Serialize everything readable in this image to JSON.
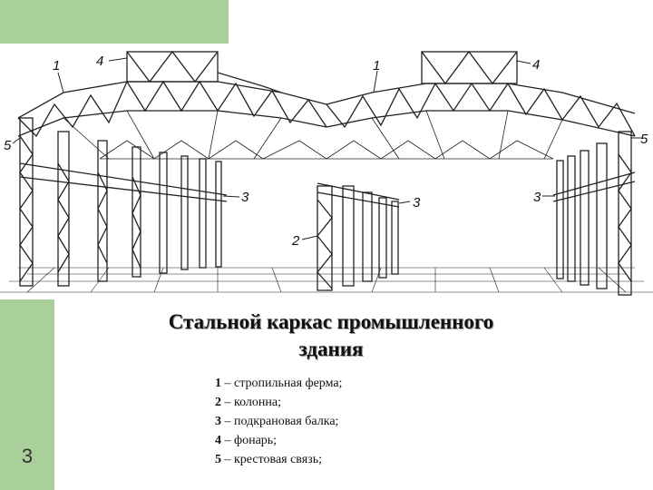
{
  "slide": {
    "number": "3",
    "title_line1": "Стальной каркас промышленного",
    "title_line2": "здания"
  },
  "drawing": {
    "labels": [
      "1",
      "4",
      "5",
      "3",
      "2",
      "3",
      "1",
      "4",
      "3",
      "5"
    ]
  },
  "legend": [
    {
      "num": "1",
      "text": " – стропильная ферма;"
    },
    {
      "num": "2",
      "text": " – колонна;"
    },
    {
      "num": "3",
      "text": " – подкрановая балка;"
    },
    {
      "num": "4",
      "text": " – фонарь;"
    },
    {
      "num": "5",
      "text": " – крестовая связь;"
    }
  ]
}
